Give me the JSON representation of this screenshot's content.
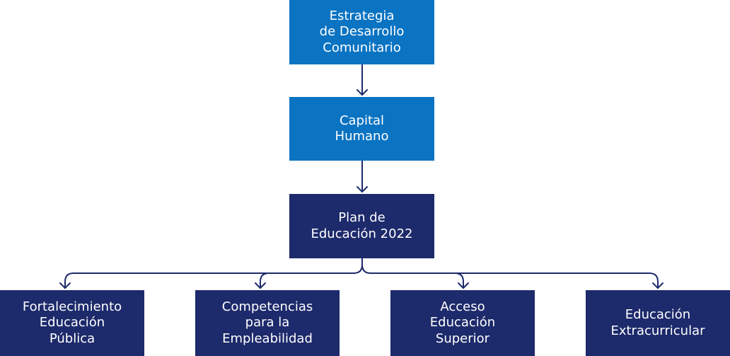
{
  "diagram": {
    "strategy": "Estrategia\nde Desarrollo\nComunitario",
    "capital": "Capital\nHumano",
    "plan": "Plan de\nEducación 2022",
    "children": [
      "Fortalecimiento\nEducación\nPública",
      "Competencias\npara la\nEmpleabilidad",
      "Acceso\nEducación\nSuperior",
      "Educación\nExtracurricular"
    ]
  },
  "colors": {
    "light_box": "#0a73c2",
    "dark_box": "#1d2a6b",
    "connector": "#1d2a6b"
  }
}
